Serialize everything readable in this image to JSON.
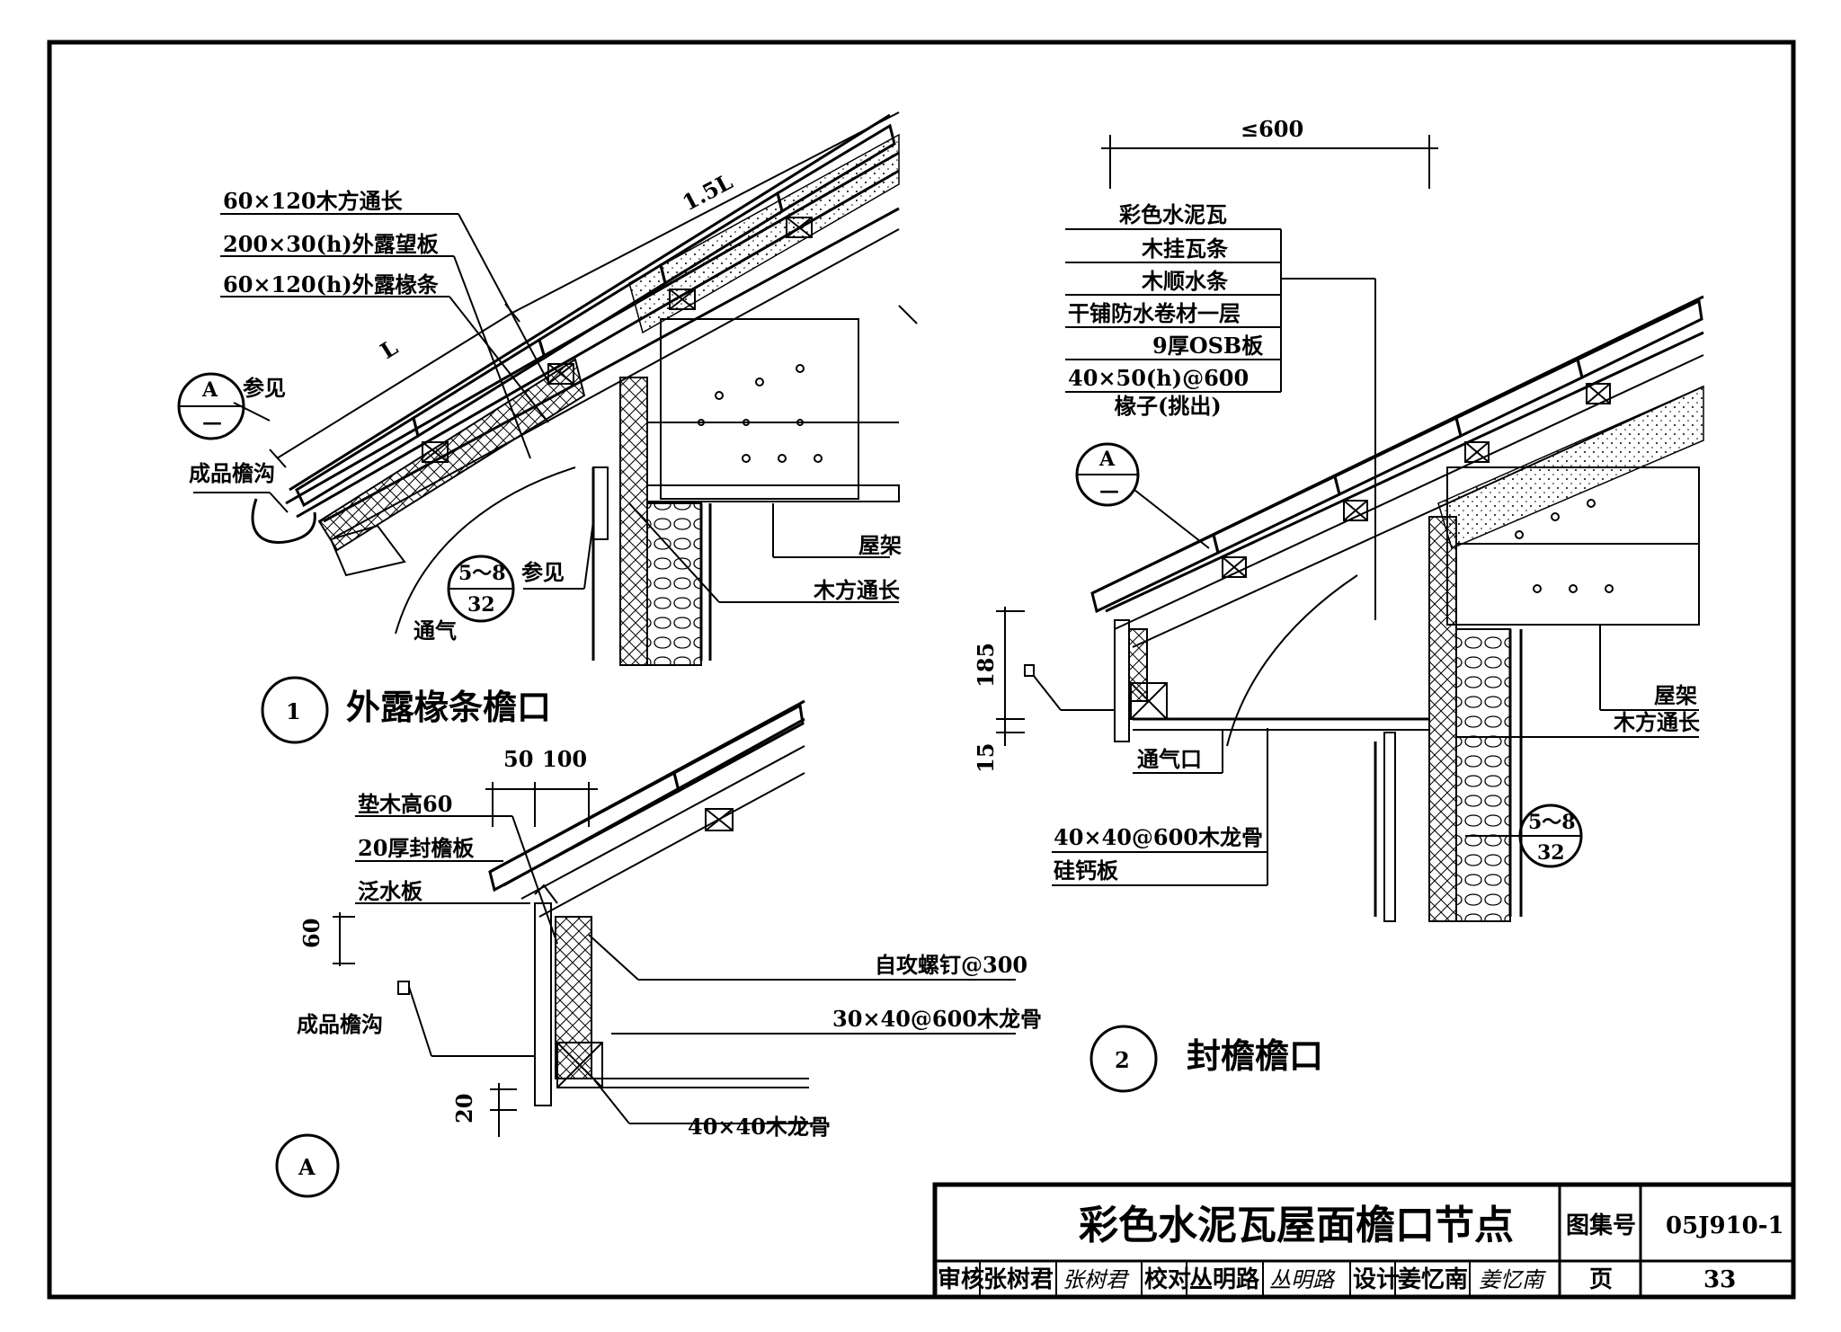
{
  "detail1": {
    "number": "1",
    "title": "外露椽条檐口",
    "labels": {
      "purlin_long": "60×120木方通长",
      "exposed_board": "200×30(h)外露望板",
      "exposed_rafter": "60×120(h)外露椽条",
      "see": "参见",
      "gutter": "成品檐沟",
      "see2": "参见",
      "vent": "通气",
      "truss": "屋架",
      "timber_long": "木方通长",
      "dim_L": "L",
      "dim_15L": "1.5L"
    },
    "ref_A": {
      "top": "A",
      "bottom": "—"
    },
    "ref_58": {
      "top": "5～8",
      "bottom": "32"
    }
  },
  "detail2": {
    "number": "2",
    "title": "封檐檐口",
    "dim_top": "≤600",
    "layers": [
      "彩色水泥瓦",
      "木挂瓦条",
      "木顺水条",
      "干铺防水卷材一层",
      "9厚OSB板",
      "40×50(h)@600"
    ],
    "rafter_note": "椽子(挑出)",
    "ref_A": {
      "top": "A",
      "bottom": "—"
    },
    "dim_185": "185",
    "dim_15": "15",
    "vent_opening": "通气口",
    "joist": "40×40@600木龙骨",
    "board": "硅钙板",
    "truss": "屋架",
    "timber_long": "木方通长",
    "ref_58": {
      "top": "5～8",
      "bottom": "32"
    }
  },
  "detailA": {
    "letter": "A",
    "dim_50": "50",
    "dim_100": "100",
    "block": "垫木高60",
    "fascia": "20厚封檐板",
    "flashing": "泛水板",
    "dim_60": "60",
    "gutter": "成品檐沟",
    "screw": "自攻螺钉@300",
    "joist30": "30×40@600木龙骨",
    "dim_20": "20",
    "joist40": "40×40木龙骨"
  },
  "title_block": {
    "title": "彩色水泥瓦屋面檐口节点",
    "atlas_label": "图集号",
    "atlas_no": "05J910-1",
    "review_label": "审核",
    "reviewer": "张树君",
    "reviewer_sig": "张树君",
    "check_label": "校对",
    "checker": "丛明路",
    "checker_sig": "丛明路",
    "design_label": "设计",
    "designer": "姜忆南",
    "designer_sig": "姜忆南",
    "page_label": "页",
    "page_no": "33"
  }
}
